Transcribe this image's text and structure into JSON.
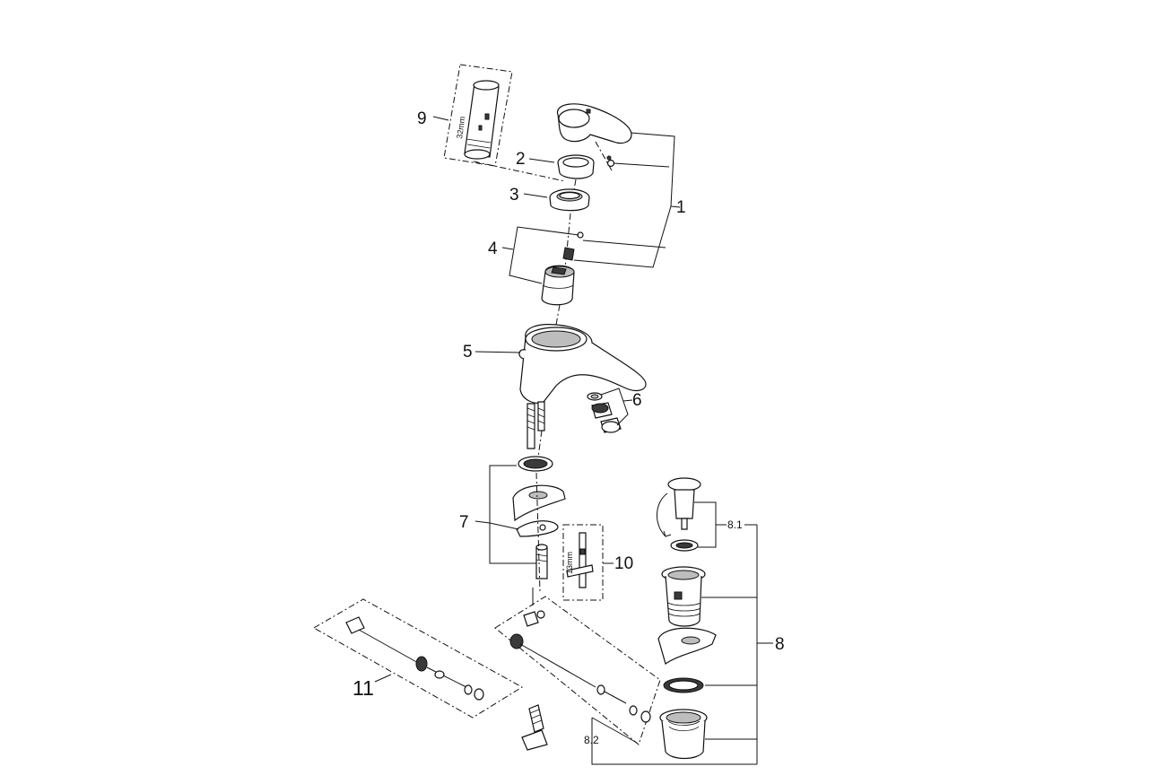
{
  "callouts": {
    "c1": "1",
    "c2": "2",
    "c3": "3",
    "c4": "4",
    "c5": "5",
    "c6": "6",
    "c7": "7",
    "c8": "8",
    "c8_1": "8.1",
    "c8_2": "8.2",
    "c9": "9",
    "c10": "10",
    "c11": "11"
  },
  "dimensions": {
    "d32": "32mm",
    "d13": "13mm"
  }
}
